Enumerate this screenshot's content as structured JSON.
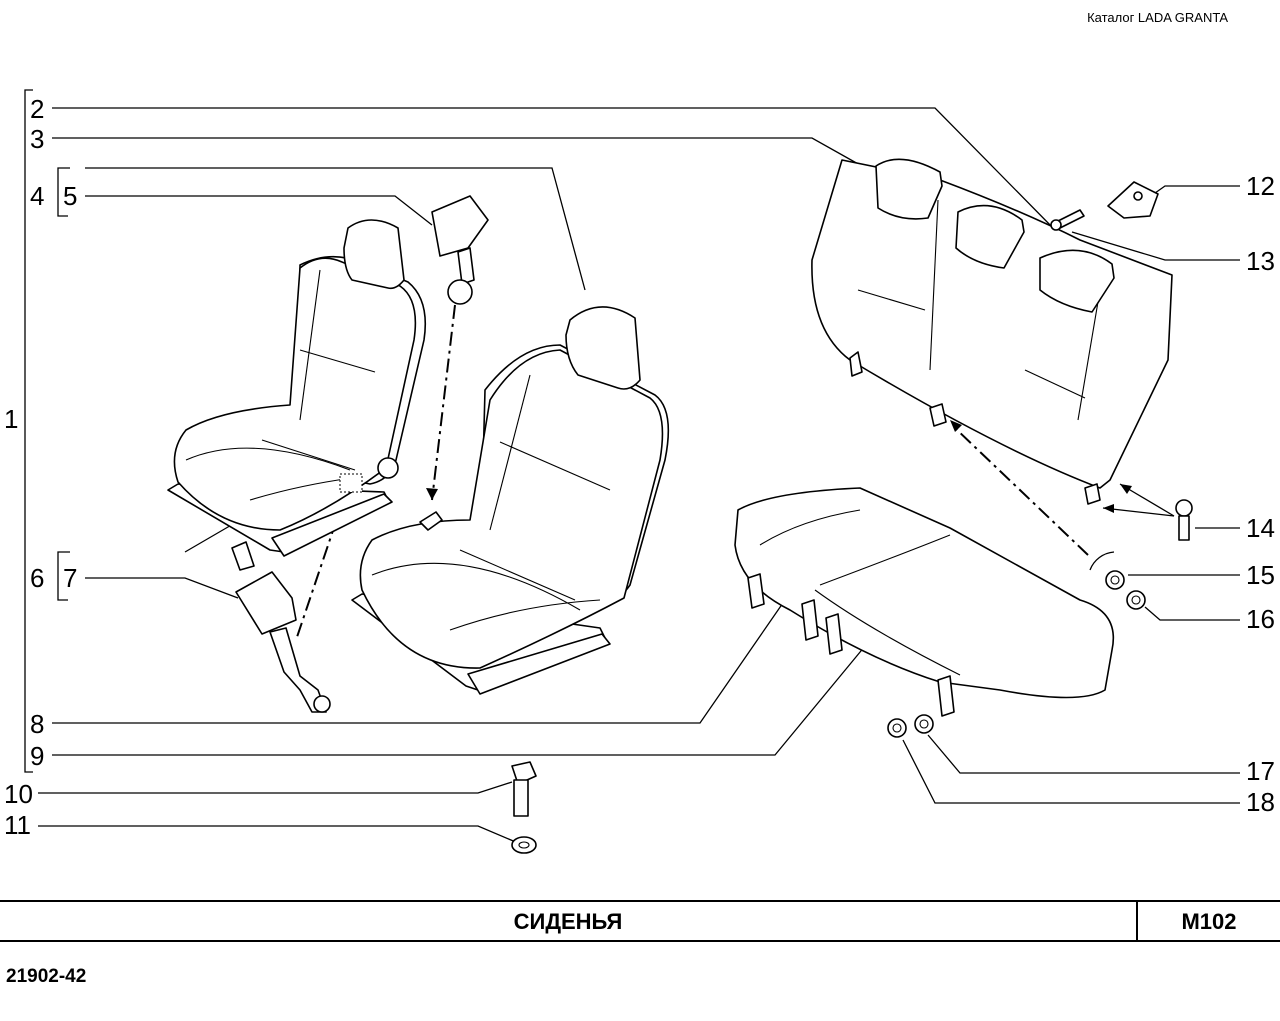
{
  "header": {
    "catalog": "Каталог  LADA  GRANTA"
  },
  "footer": {
    "title": "СИДЕНЬЯ",
    "code": "M102",
    "doc_code": "21902-42"
  },
  "callouts": [
    "1",
    "2",
    "3",
    "4",
    "5",
    "6",
    "7",
    "8",
    "9",
    "10",
    "11",
    "12",
    "13",
    "14",
    "15",
    "16",
    "17",
    "18"
  ]
}
